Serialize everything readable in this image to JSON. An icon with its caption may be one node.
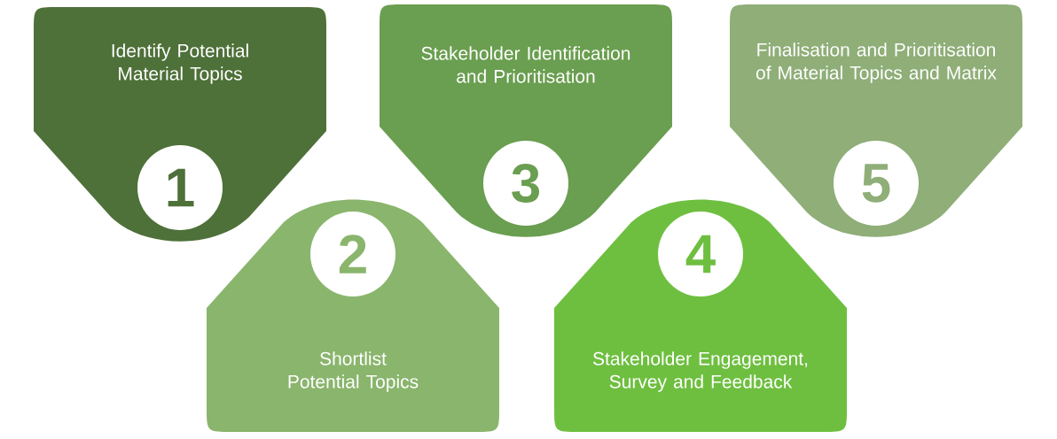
{
  "diagram": {
    "nodes": [
      {
        "text": [
          "Identify Potential Material Topics"
        ]
      },
      {
        "text": [
          "1"
        ],
        "in": 0
      },
      {
        "text": [
          "Shortlist Potential Topics"
        ]
      },
      {
        "text": [
          "2"
        ],
        "in": 2
      },
      {
        "text": [
          "Stakeholder Identification and Prioritisation"
        ]
      },
      {
        "text": [
          "3"
        ],
        "in": 4
      },
      {
        "text": [
          "Stakeholder Engagement, Survey and Feedback"
        ]
      },
      {
        "text": [
          "4"
        ],
        "in": 6
      },
      {
        "text": [
          "Finalisation and Prioritisation of Material Topics and Matrix"
        ]
      },
      {
        "text": [
          "5"
        ],
        "in": 8
      }
    ]
  }
}
